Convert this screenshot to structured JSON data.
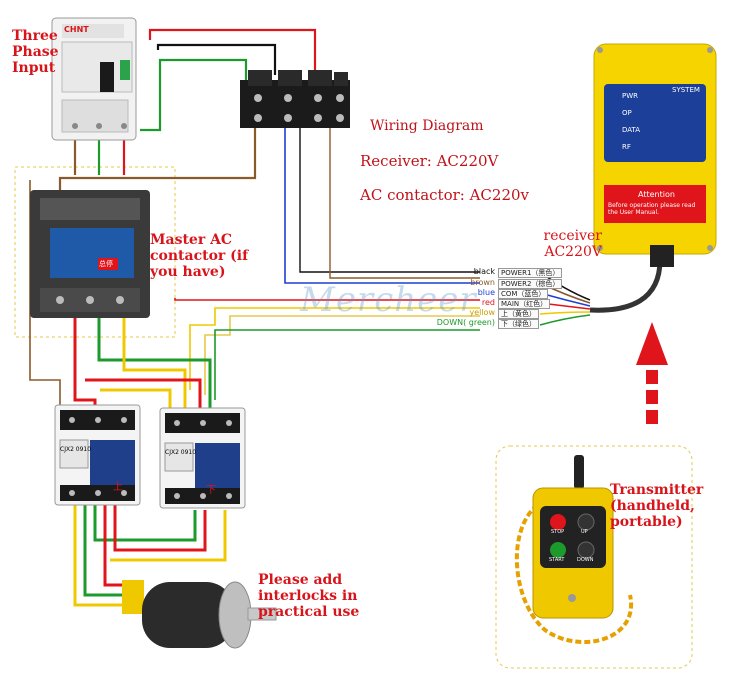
{
  "labels": {
    "three_phase": "Three Phase Input",
    "master": "Master AC contactor (if you have)",
    "wiring_title": "Wiring Diagram",
    "receiver_spec": "Receiver: AC220V",
    "contactor_spec": "AC contactor: AC220v",
    "receiver_label": "receiver AC220V",
    "transmitter": "Transmitter (handheld, portable)",
    "interlock": "Please add interlocks in practical use",
    "watermark": "Mercheer"
  },
  "breaker_brand": "CHNT",
  "receiver_panel": {
    "indicators": [
      "PWR",
      "OP",
      "DATA",
      "RF"
    ],
    "system": "SYSTEM",
    "attention_title": "Attention",
    "attention_text": "Before operation please read the User Manual."
  },
  "remote_buttons": [
    "STOP",
    "UP",
    "START",
    "DOWN"
  ],
  "contactor_labels": {
    "up_model": "CJX2 0910",
    "down_model": "CJX2 0910",
    "up_char": "上",
    "down_char": "下",
    "master_char": "总停"
  },
  "wires": [
    {
      "name": "black",
      "tag": "POWER1（黑色）",
      "color": "#111111"
    },
    {
      "name": "brown",
      "tag": "POWER2（棕色）",
      "color": "#8a5a2b"
    },
    {
      "name": "blue",
      "tag": "COM（蓝色）",
      "color": "#1f3fd0"
    },
    {
      "name": "red",
      "tag": "MAIN（红色）",
      "color": "#e0141b"
    },
    {
      "name": "yellow",
      "tag": "上（黄色）",
      "color": "#e9b600"
    },
    {
      "name": "DOWN( green)",
      "tag": "下（绿色）",
      "color": "#1c9a2b"
    }
  ],
  "colors": {
    "red_wire": "#e0141b",
    "green_wire": "#1c9a2b",
    "yellow_wire": "#f0c800",
    "receiver_yellow": "#f6d400",
    "arrow_red": "#e0141b"
  }
}
